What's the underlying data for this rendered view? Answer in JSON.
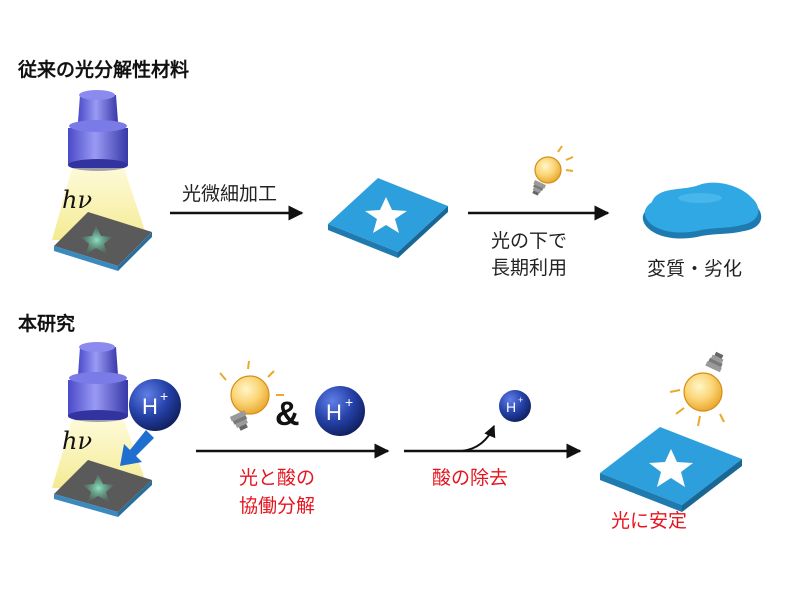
{
  "conventional": {
    "title": "従来の光分解性材料",
    "light_symbol": "hν",
    "step1_label": "光微細加工",
    "step2_label_line1": "光の下で",
    "step2_label_line2": "長期利用",
    "result_label": "変質・劣化"
  },
  "present": {
    "title": "本研究",
    "light_symbol": "hν",
    "proton": "H",
    "proton_charge": "+",
    "ampersand": "&",
    "step1_label_line1": "光と酸の",
    "step1_label_line2": "協働分解",
    "step2_label": "酸の除去",
    "result_label": "光に安定"
  },
  "colors": {
    "text": "#222222",
    "accent_red": "#e5141e",
    "sheet_blue": "#2d9fdc",
    "lamp_purple": "#6b6be0",
    "proton_navy": "#1f3f9e"
  }
}
